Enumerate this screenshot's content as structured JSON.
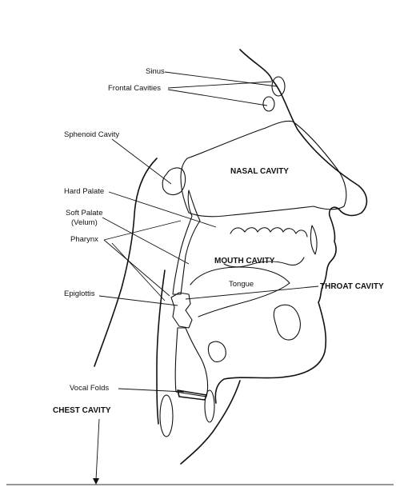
{
  "labels": {
    "sinus": "Sinus",
    "frontal_cavities": "Frontal Cavities",
    "sphenoid_cavity": "Sphenoid Cavity",
    "hard_palate": "Hard Palate",
    "soft_palate": "Soft Palate",
    "velum": "(Velum)",
    "pharynx": "Pharynx",
    "epiglottis": "Epiglottis",
    "vocal_folds": "Vocal Folds",
    "nasal_cavity": "NASAL CAVITY",
    "mouth_cavity": "MOUTH CAVITY",
    "tongue": "Tongue",
    "throat_cavity": "THROAT  CAVITY",
    "chest_cavity": "CHEST CAVITY"
  },
  "colors": {
    "nasal_and_pharynx": "#f7f528",
    "throat": "#f7941d",
    "larynx": "#3ccf3c",
    "outline": "#111111"
  }
}
